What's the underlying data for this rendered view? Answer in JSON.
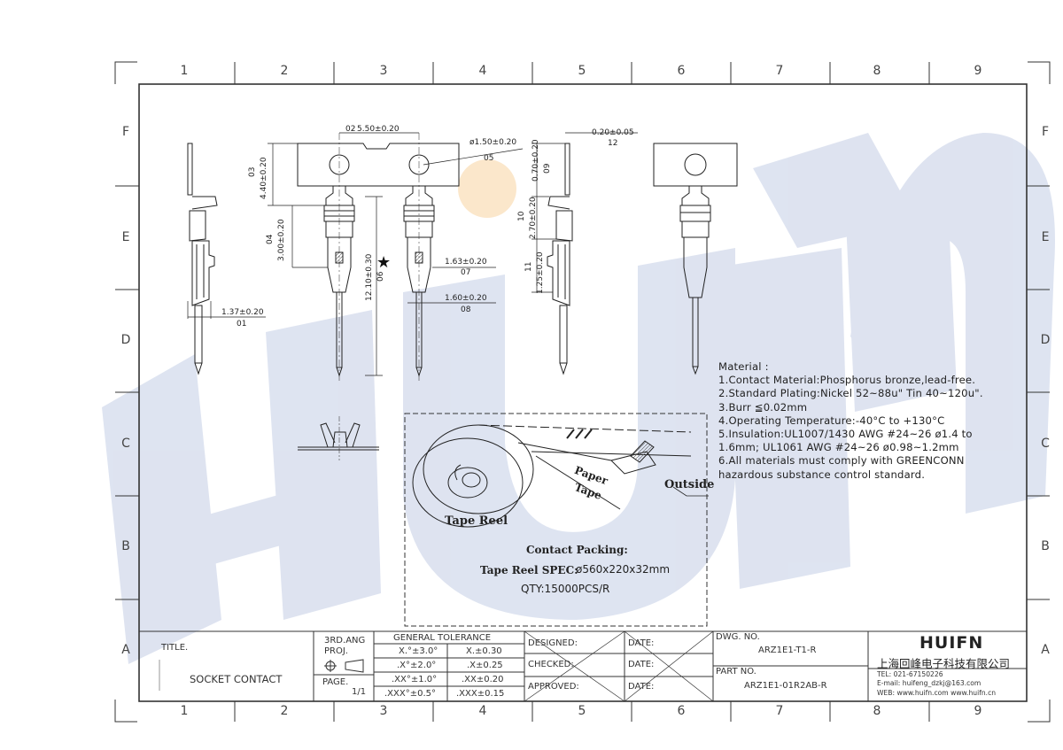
{
  "sheet": {
    "zones_cols": [
      "1",
      "2",
      "3",
      "4",
      "5",
      "6",
      "7",
      "8",
      "9"
    ],
    "zones_rows": [
      "F",
      "E",
      "D",
      "C",
      "B",
      "A"
    ],
    "watermark": "HUIFN"
  },
  "dimensions": {
    "d01": "1.37±0.20",
    "b01": "01",
    "d02": "5.50±0.20",
    "b02": "02",
    "d03": "4.40±0.20",
    "b03": "03",
    "d04": "3.00±0.20",
    "b04": "04",
    "d05": "ø1.50±0.20",
    "b05": "05",
    "d06": "12.10±0.30",
    "b06": "06",
    "d07": "1.63±0.20",
    "b07": "07",
    "d08": "1.60±0.20",
    "b08": "08",
    "d09": "0.70±0.20",
    "b09": "09",
    "d10": "2.70±0.20",
    "b10": "10",
    "d11": "1.25±0.20",
    "b11": "11",
    "d12": "0.20±0.05",
    "b12": "12",
    "star": "★"
  },
  "packing": {
    "reel_label": "Tape Reel",
    "paper_label": "Paper",
    "tape_label": "Tape",
    "outside_label": "Outside",
    "title": "Contact Packing:",
    "spec_label": "Tape Reel SPEC:",
    "spec_value": "ø560x220x32mm",
    "qty": "QTY:15000PCS/R"
  },
  "notes": {
    "heading": "Material :",
    "lines": [
      "1.Contact Material:Phosphorus bronze,lead-free.",
      "2.Standard Plating:Nickel 52~88u\" Tin 40~120u\".",
      "3.Burr ≦0.02mm",
      "4.Operating Temperature:-40°C to +130°C",
      "5.Insulation:UL1007/1430 AWG  #24~26 ø1.4 to",
      "   1.6mm; UL1061 AWG #24~26 ø0.98~1.2mm",
      "6.All materials must comply with GREENCONN",
      "   hazardous substance control standard."
    ]
  },
  "title_block": {
    "title_label": "TITLE.",
    "title_value": "SOCKET CONTACT",
    "proj_label": "3RD.ANG",
    "proj_label2": "PROJ.",
    "page_label": "PAGE.",
    "page_value": "1/1",
    "tol_header": "GENERAL TOLERANCE",
    "tol_rows": [
      [
        "X.°±3.0°",
        "X.±0.30"
      ],
      [
        ".X°±2.0°",
        ".X±0.25"
      ],
      [
        ".XX°±1.0°",
        ".XX±0.20"
      ],
      [
        ".XXX°±0.5°",
        ".XXX±0.15"
      ]
    ],
    "designed": "DESIGNED:",
    "checked": "CHECKED:",
    "approved": "APPROVED:",
    "date": "DATE:",
    "dwg_label": "DWG. NO.",
    "dwg_value": "ARZ1E1-T1-R",
    "part_label": "PART NO.",
    "part_value": "ARZ1E1-01R2AB-R",
    "brand": "HUIFN",
    "company": "上海回峰电子科技有限公司",
    "tel": "TEL: 021-67150226",
    "email": "E-mail: huifeng_dzkj@163.com",
    "web": "WEB: www.huifn.com  www.huifn.cn"
  }
}
